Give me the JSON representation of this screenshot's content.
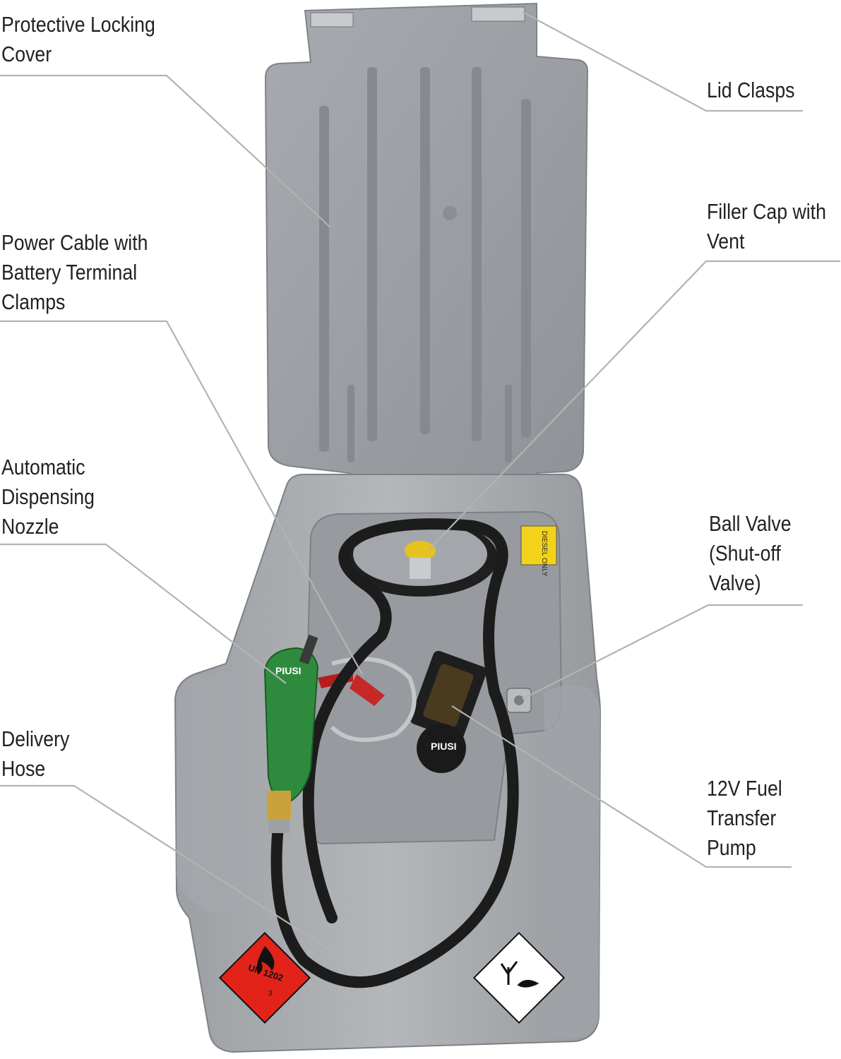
{
  "colors": {
    "leader": "#b3b3b3",
    "tank": "#a9acaf",
    "tank_dark": "#8d9094",
    "lid": "#9ea2a6",
    "hose": "#1c1c1c",
    "nozzle": "#2e8b3e",
    "hazard_red": "#e2231a",
    "text": "#222222"
  },
  "labels": {
    "protective_cover": [
      "Protective Locking",
      "Cover"
    ],
    "lid_clasps": [
      "Lid Clasps"
    ],
    "filler_cap": [
      "Filler Cap with",
      "Vent"
    ],
    "power_cable": [
      "Power Cable with",
      "Battery Terminal",
      "Clamps"
    ],
    "nozzle": [
      "Automatic",
      "Dispensing",
      "Nozzle"
    ],
    "ball_valve": [
      "Ball Valve",
      "(Shut-off",
      "Valve)"
    ],
    "delivery_hose": [
      "Delivery",
      "Hose"
    ],
    "pump": [
      "12V Fuel",
      "Transfer",
      "Pump"
    ]
  },
  "product_markings": {
    "un_placard": "UN 1202",
    "un_class": "3",
    "diesel_sticker": "DIESEL ONLY",
    "brand": "PIUSI"
  },
  "icons": [
    "flame-icon",
    "dead-tree-fish-icon"
  ]
}
